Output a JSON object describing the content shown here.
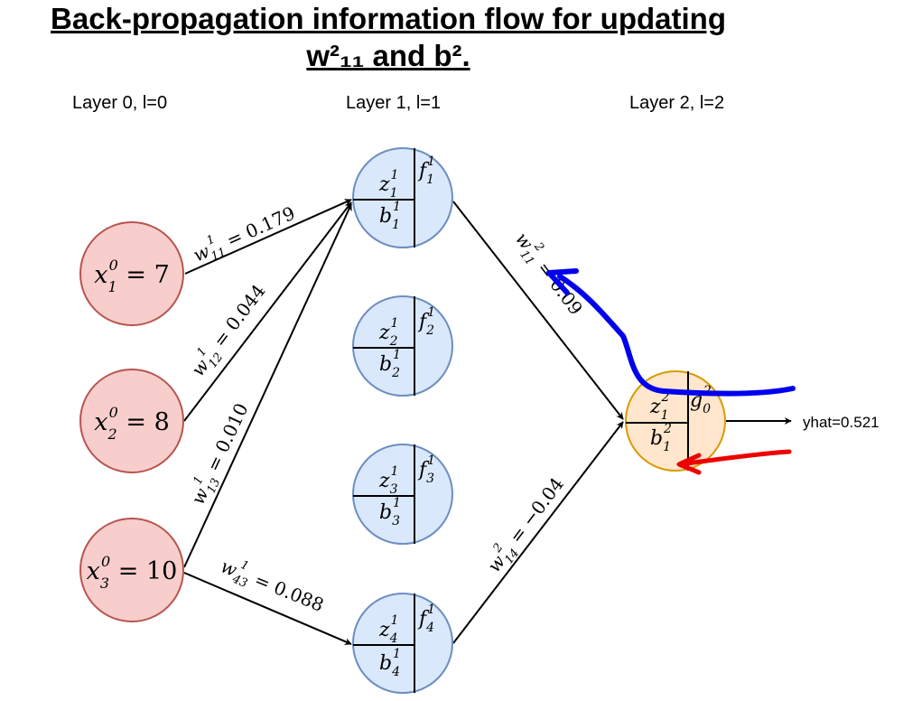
{
  "title": {
    "line1": "Back-propagation information flow for updating",
    "line2": "w²₁₁ and b²."
  },
  "layers": [
    {
      "label": "Layer 0, l=0"
    },
    {
      "label": "Layer 1, l=1"
    },
    {
      "label": "Layer 2, l=2"
    }
  ],
  "inputs": [
    {
      "var": "x",
      "sup": "0",
      "sub": "1",
      "eq": " = 7"
    },
    {
      "var": "x",
      "sup": "0",
      "sub": "2",
      "eq": " = 8"
    },
    {
      "var": "x",
      "sup": "0",
      "sub": "3",
      "eq": " = 10"
    }
  ],
  "hidden": [
    {
      "z": "z",
      "z_sup": "1",
      "z_sub": "1",
      "f": "f",
      "f_sup": "1",
      "f_sub": "1",
      "b": "b",
      "b_sup": "1",
      "b_sub": "1"
    },
    {
      "z": "z",
      "z_sup": "1",
      "z_sub": "2",
      "f": "f",
      "f_sup": "1",
      "f_sub": "2",
      "b": "b",
      "b_sup": "1",
      "b_sub": "2"
    },
    {
      "z": "z",
      "z_sup": "1",
      "z_sub": "3",
      "f": "f",
      "f_sup": "1",
      "f_sub": "3",
      "b": "b",
      "b_sup": "1",
      "b_sub": "3"
    },
    {
      "z": "z",
      "z_sup": "1",
      "z_sub": "4",
      "f": "f",
      "f_sup": "1",
      "f_sub": "4",
      "b": "b",
      "b_sup": "1",
      "b_sub": "4"
    }
  ],
  "output": {
    "z": "z",
    "z_sup": "2",
    "z_sub": "1",
    "f": "g",
    "f_sup": "2",
    "f_sub": "0",
    "b": "b",
    "b_sup": "2",
    "b_sub": "1"
  },
  "weights": [
    {
      "var": "w",
      "sup": "1",
      "sub": "11",
      "eq": " = 0.179"
    },
    {
      "var": "w",
      "sup": "1",
      "sub": "12",
      "eq": " = 0.044"
    },
    {
      "var": "w",
      "sup": "1",
      "sub": "13",
      "eq": " = 0.010"
    },
    {
      "var": "w",
      "sup": "1",
      "sub": "43",
      "eq": " = 0.088"
    },
    {
      "var": "w",
      "sup": "2",
      "sub": "11",
      "eq": " = 0.09"
    },
    {
      "var": "w",
      "sup": "2",
      "sub": "14",
      "eq": " = −0.04"
    }
  ],
  "output_label": "yhat=0.521",
  "colors": {
    "input_fill": "#f8cecc",
    "input_stroke": "#b85450",
    "hidden_fill": "#dae8fc",
    "hidden_stroke": "#6c8ebf",
    "output_fill": "#ffe6cc",
    "output_stroke": "#d79b00",
    "annotation_blue": "#0000ee",
    "annotation_red": "#ee0000"
  }
}
